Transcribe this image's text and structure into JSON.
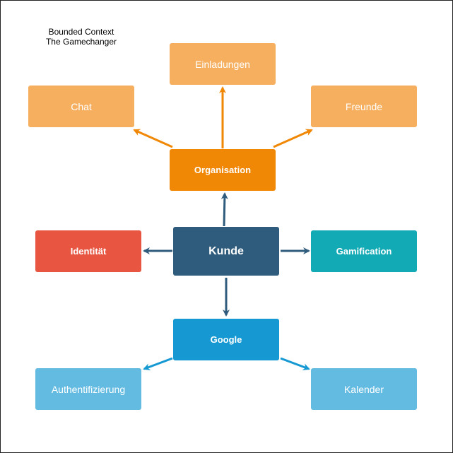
{
  "title": {
    "line1": "Bounded Context",
    "line2": "The Gamechanger"
  },
  "nodes": {
    "einladungen": "Einladungen",
    "chat": "Chat",
    "freunde": "Freunde",
    "organisation": "Organisation",
    "identitaet": "Identität",
    "kunde": "Kunde",
    "gamification": "Gamification",
    "google": "Google",
    "authentifizierung": "Authentifizierung",
    "kalender": "Kalender"
  },
  "colors": {
    "light_orange": "#F5AF5F",
    "orange": "#F08705",
    "red": "#E85642",
    "navy": "#2F5B7C",
    "teal": "#12AAB5",
    "blue": "#1699D3",
    "light_blue": "#64BBE2",
    "arrow_orange": "#F08705",
    "arrow_navy": "#2F5B7C",
    "arrow_blue": "#1699D3"
  }
}
